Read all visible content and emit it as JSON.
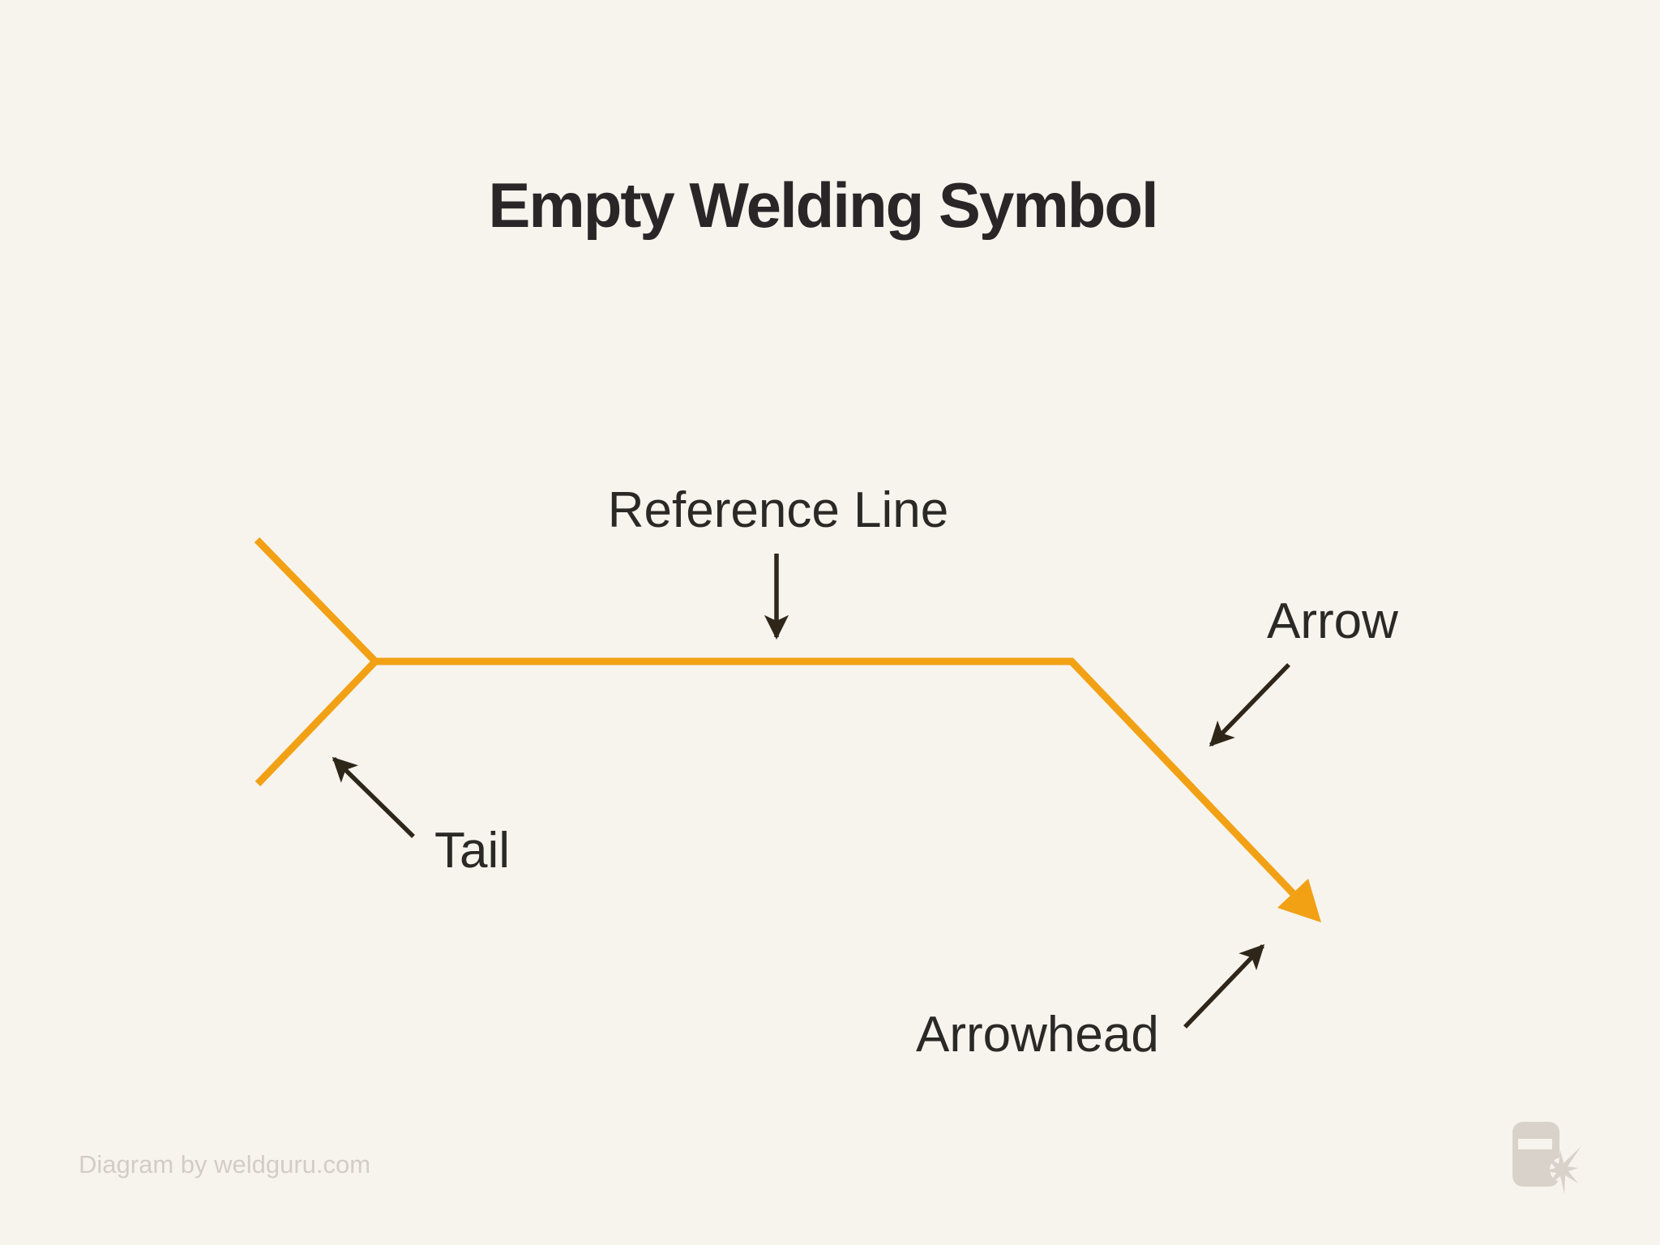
{
  "title": "Empty Welding Symbol",
  "labels": {
    "reference_line": "Reference Line",
    "arrow": "Arrow",
    "tail": "Tail",
    "arrowhead": "Arrowhead"
  },
  "attribution": "Diagram by weldguru.com",
  "icons": {
    "logo": "weldguru-helmet-spark-logo"
  },
  "colors": {
    "background": "#F7F4EE",
    "symbol_orange": "#F2A115",
    "annotation_dark": "#2E2619",
    "text_dark": "#2B2926",
    "title_dark": "#2A2527",
    "attribution_gray": "#D2CDC6",
    "logo_gray": "#D8D2CA"
  }
}
